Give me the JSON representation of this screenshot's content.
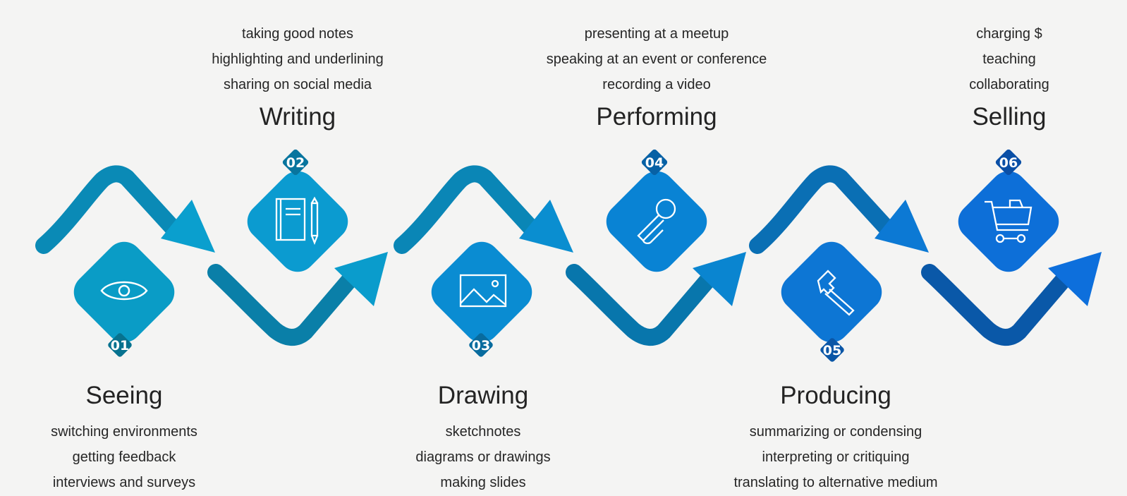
{
  "steps": [
    {
      "number": "01",
      "title": "Seeing",
      "icon": "eye-icon",
      "color": "#0a9cc6",
      "badge_color": "#07728f",
      "items": [
        "switching environments",
        "getting feedback",
        "interviews and surveys"
      ]
    },
    {
      "number": "02",
      "title": "Writing",
      "icon": "notebook-pencil-icon",
      "color": "#0b9bd0",
      "badge_color": "#08759e",
      "items": [
        "taking good notes",
        "highlighting and underlining",
        "sharing on social media"
      ]
    },
    {
      "number": "03",
      "title": "Drawing",
      "icon": "image-icon",
      "color": "#0a8cd2",
      "badge_color": "#086b9e",
      "items": [
        "sketchnotes",
        "diagrams or drawings",
        "making slides"
      ]
    },
    {
      "number": "04",
      "title": "Performing",
      "icon": "microphone-icon",
      "color": "#0983d4",
      "badge_color": "#0761a5",
      "items": [
        "presenting at a meetup",
        "speaking at an event or conference",
        "recording a video"
      ]
    },
    {
      "number": "05",
      "title": "Producing",
      "icon": "hammer-icon",
      "color": "#0d76d4",
      "badge_color": "#0a56a6",
      "items": [
        "summarizing or condensing",
        "interpreting or critiquing",
        "translating to alternative medium"
      ]
    },
    {
      "number": "06",
      "title": "Selling",
      "icon": "shopping-cart-icon",
      "color": "#0d6fd8",
      "badge_color": "#0a4fa6",
      "items": [
        "charging $",
        "teaching",
        "collaborating"
      ]
    }
  ],
  "colors": {
    "background": "#f4f4f3",
    "text": "#232323",
    "icon_stroke": "#ffffff",
    "ribbon_gradient": [
      "#0e7fa4",
      "#0aa2cf",
      "#0785c8",
      "#0a63c8",
      "#0d6fe0"
    ]
  }
}
